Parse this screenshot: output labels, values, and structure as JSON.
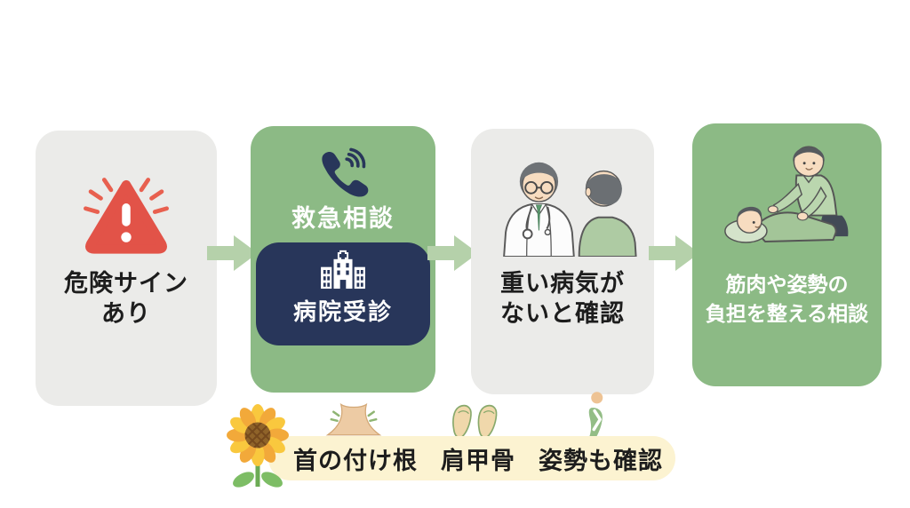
{
  "flow": {
    "steps": [
      {
        "id": "danger-sign",
        "label": "危険サイン\nあり",
        "icon": "warning-triangle"
      },
      {
        "id": "emergency",
        "consult_label": "救急相談",
        "hospital_label": "病院受診",
        "icons": [
          "phone",
          "hospital-building"
        ]
      },
      {
        "id": "confirm",
        "label": "重い病気が\nないと確認",
        "illustration": "doctor-talking-with-patient"
      },
      {
        "id": "adjust",
        "label": "筋肉や姿勢の\n負担を整える相談",
        "illustration": "therapist-massaging-patient"
      }
    ],
    "arrow_count": 3
  },
  "checkpoints": {
    "items": [
      {
        "label": "首の付け根",
        "icon": "neck-base-icon"
      },
      {
        "label": "肩甲骨",
        "icon": "shoulder-blade-icon"
      },
      {
        "label": "姿勢も確認",
        "icon": "posture-figure-icon"
      }
    ],
    "decoration": "sunflower-icon"
  },
  "colors": {
    "background": "#ffffff",
    "card_gray": "#ebebe9",
    "card_green": "#8cba85",
    "navy_box": "#28365a",
    "arrow_green": "#b5d1aa",
    "warning_red": "#e25348",
    "banner_cream": "#fcf3d1",
    "text_dark": "#1d1d1d",
    "text_white": "#ffffff"
  }
}
